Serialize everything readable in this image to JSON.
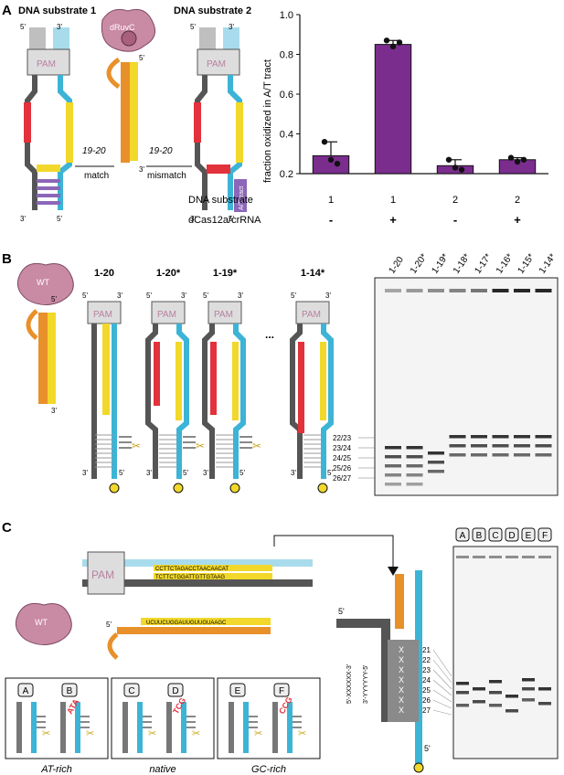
{
  "panels": {
    "a": "A",
    "b": "B",
    "c": "C"
  },
  "panel_a": {
    "substrate1_title": "DNA substrate 1",
    "substrate2_title": "DNA substrate 2",
    "enzyme_label": "dRuvC",
    "pam": "PAM",
    "five_prime": "5'",
    "three_prime": "3'",
    "match_label_1": "19-20",
    "match_label_2": "match",
    "mismatch_label_1": "19-20",
    "mismatch_label_2": "mismatch",
    "at_tract_label": "A/T tract",
    "row1_label": "DNA substrate",
    "row2_label": "dCas12a/crRNA",
    "row1_values": [
      "1",
      "1",
      "2",
      "2"
    ],
    "row2_values": [
      "-",
      "+",
      "-",
      "+"
    ]
  },
  "chart_data": {
    "type": "bar",
    "categories": [
      "1 -",
      "1 +",
      "2 -",
      "2 +"
    ],
    "values": [
      0.29,
      0.85,
      0.24,
      0.27
    ],
    "errors": [
      0.07,
      0.02,
      0.03,
      0.01
    ],
    "points": [
      [
        0.36,
        0.27,
        0.25
      ],
      [
        0.87,
        0.84,
        0.86
      ],
      [
        0.27,
        0.23,
        0.22
      ],
      [
        0.28,
        0.26,
        0.27
      ]
    ],
    "ylabel": "fraction oxidized in A/T tract",
    "ylim": [
      0.2,
      1.0
    ],
    "yticks": [
      "0.2",
      "0.4",
      "0.6",
      "0.8",
      "1.0"
    ],
    "bar_color": "#7b2d8e"
  },
  "panel_b": {
    "wt_label": "WT",
    "five_prime": "5'",
    "three_prime": "3'",
    "constructs": [
      "1-20",
      "1-20*",
      "1-19*",
      "1-14*"
    ],
    "ellipsis": "...",
    "pam": "PAM",
    "band_labels": [
      "22/23",
      "23/24",
      "24/25",
      "25/26",
      "26/27"
    ],
    "gel_lanes": [
      "1-20",
      "1-20*",
      "1-19*",
      "1-18*",
      "1-17*",
      "1-16*",
      "1-15*",
      "1-14*"
    ]
  },
  "panel_c": {
    "pam": "PAM",
    "wt_label": "WT",
    "five_prime": "5'",
    "three_prime": "3'",
    "guide_seq": "UCUUCUGGAUUGUUGUAAGC",
    "target_top": "CCTTCTAGACCTAACAACAT",
    "target_bot": "TCTTCTGGATTGTTGTAAG",
    "boxes": [
      {
        "letters": [
          "A",
          "B"
        ],
        "caption": "AT-rich",
        "insert": "ATA"
      },
      {
        "letters": [
          "C",
          "D"
        ],
        "caption": "native",
        "insert": "TCG"
      },
      {
        "letters": [
          "E",
          "F"
        ],
        "caption": "GC-rich",
        "insert": "CCG"
      }
    ],
    "seq_left": "5'-XXXXXX-3'",
    "seq_right": "3'-YYYYYY-5'",
    "positions": [
      "21",
      "22",
      "23",
      "24",
      "25",
      "26",
      "27"
    ],
    "gel_lanes": [
      "A",
      "B",
      "C",
      "D",
      "E",
      "F"
    ]
  }
}
